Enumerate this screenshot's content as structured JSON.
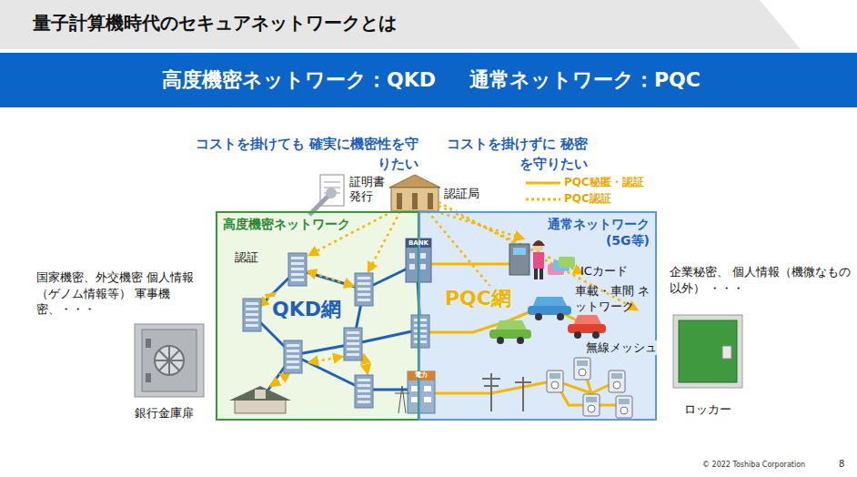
{
  "diagram": {
    "title": "量子計算機時代のセキュアネットワークとは",
    "caption": "© 2022 Toshiba Corporation",
    "nodes": [
      {
        "text": [
          "高度機密ネットワーク：QKD",
          "通常ネットワーク：PQC"
        ]
      },
      {
        "text": [
          "高度機密ネットワーク"
        ]
      },
      {
        "text": [
          "通常ネットワーク (5G等)"
        ]
      }
    ],
    "labels": [
      "コストを掛けても 確実に機密性を守りたい",
      "コストを掛けずに 秘密を守りたい",
      "証明書 発行",
      "認証局",
      "国家機密、外交機密 個人情報（ゲノム情報等） 軍事機密、・・・",
      "銀行金庫扉",
      "企業秘密、 個人情報（機微なもの以外） ・・・",
      "ロッカー",
      "認証",
      "QKD網",
      "PQC網",
      "BANK",
      "電力",
      "ICカード",
      "車載・車間 ネットワーク",
      "無線メッシュ",
      "8"
    ],
    "legend": [
      {
        "text": "PQC秘匿・認証"
      },
      {
        "text": "PQC認証"
      }
    ]
  }
}
